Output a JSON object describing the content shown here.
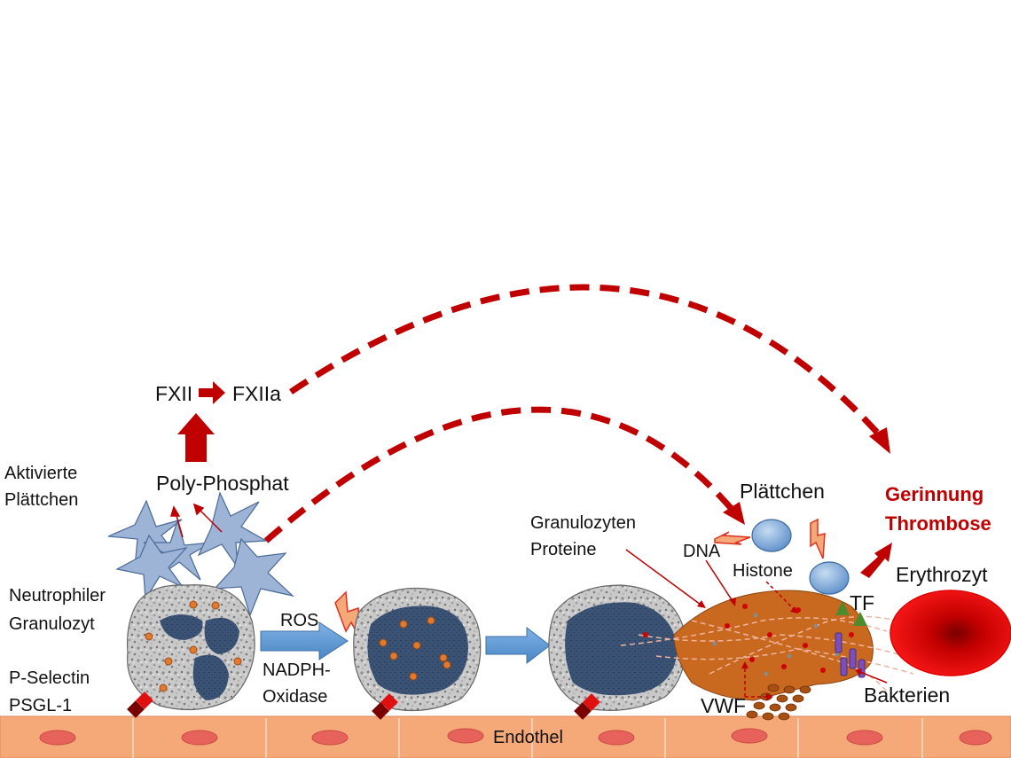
{
  "labels": {
    "fxii": "FXII",
    "fxiia": "FXIIa",
    "aktivierte": "Aktivierte",
    "plaettchen_activated": "Plättchen",
    "polyphosphat": "Poly-Phosphat",
    "neutrophiler": "Neutrophiler",
    "granulozyt": "Granulozyt",
    "pselectin": "P-Selectin",
    "psgl1": "PSGL-1",
    "ros": "ROS",
    "nadph1": "NADPH-",
    "nadph2": "Oxidase",
    "granulozyten": "Granulozyten",
    "proteine": "Proteine",
    "dna": "DNA",
    "plaettchen": "Plättchen",
    "histone": "Histone",
    "tf": "TF",
    "gerinnung": "Gerinnung",
    "thrombose": "Thrombose",
    "erythrozyt": "Erythrozyt",
    "vwf": "VWF",
    "bakterien": "Bakterien",
    "endothel": "Endothel"
  },
  "colors": {
    "endothelium": "#f5a878",
    "endothelium_nucleus": "#e6625a",
    "dark_red": "#c00000",
    "nucleus": "#3a5273",
    "cell_grey": "#c9c9c9",
    "granule": "#e07a30",
    "process_arrow": "#5b9bd5",
    "platelet_star": "#9db4d6",
    "net": "#c8691f",
    "erythrocyte": "#ff1a1a",
    "tf_triangle": "#4e8a2e",
    "bacteria": "#7b4fb8"
  }
}
